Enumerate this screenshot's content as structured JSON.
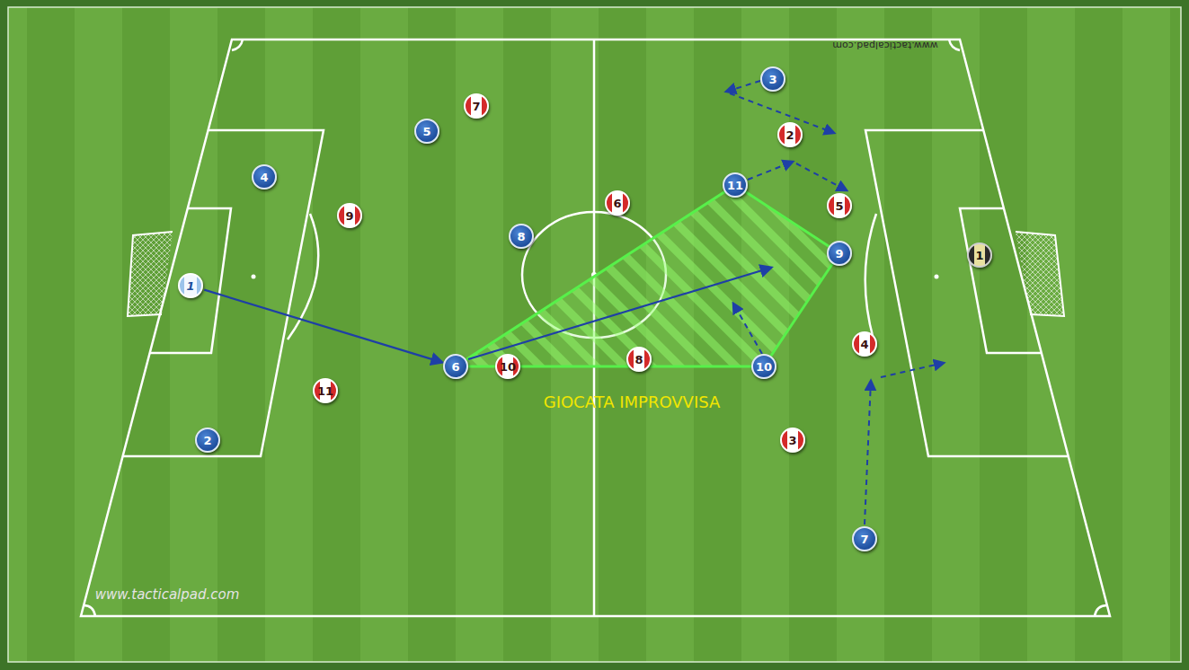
{
  "diagram": {
    "nodes": [
      {
        "text": [
          "3"
        ]
      },
      {
        "text": [
          "7"
        ]
      },
      {
        "text": [
          "5"
        ]
      },
      {
        "text": [
          "2"
        ]
      },
      {
        "text": [
          "4"
        ]
      },
      {
        "text": [
          "11"
        ]
      },
      {
        "text": [
          "6"
        ]
      },
      {
        "text": [
          "5"
        ]
      },
      {
        "text": [
          "9"
        ]
      },
      {
        "text": [
          "8"
        ]
      },
      {
        "text": [
          "9"
        ]
      },
      {
        "text": [
          "1"
        ]
      },
      {
        "text": [
          "1"
        ]
      },
      {
        "text": [
          "4"
        ]
      },
      {
        "text": [
          "8"
        ]
      },
      {
        "text": [
          "6"
        ]
      },
      {
        "text": [
          "10"
        ]
      },
      {
        "text": [
          "10"
        ]
      },
      {
        "text": [
          "11"
        ]
      },
      {
        "text": [
          "2"
        ]
      },
      {
        "text": [
          "3"
        ]
      },
      {
        "text": [
          "7"
        ]
      }
    ],
    "edges": [
      {
        "from": 12,
        "to": 15,
        "arrow": "to"
      }
    ],
    "labels": [
      "GIOCATA IMPROVVISA",
      "www.tacticalpad.com",
      "www.tacticalpad.com"
    ]
  }
}
